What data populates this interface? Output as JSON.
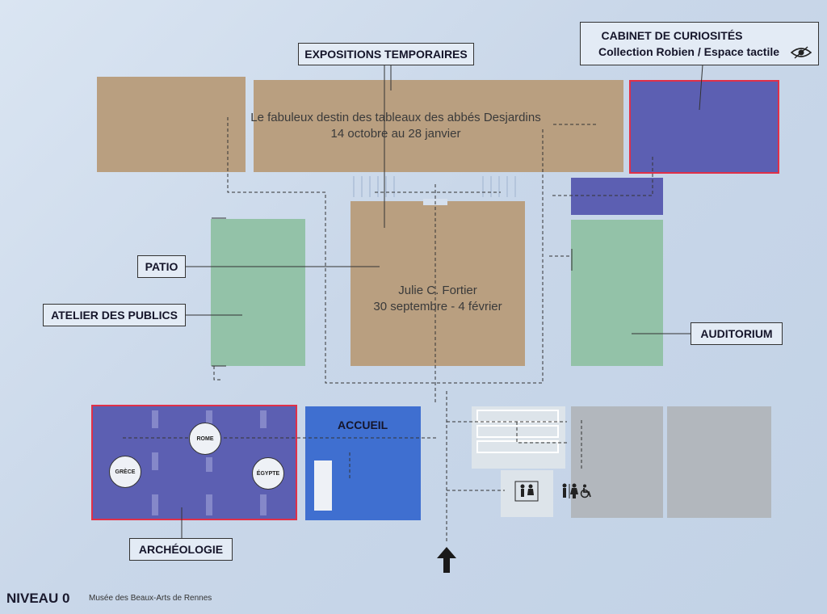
{
  "map": {
    "level": "NIVEAU 0",
    "museum": "Musée des Beaux-Arts de Rennes",
    "labels": {
      "expositions": "EXPOSITIONS TEMPORAIRES",
      "cabinet_title": "CABINET DE CURIOSITÉS",
      "cabinet_subtitle": "Collection Robien / Espace tactile",
      "patio": "PATIO",
      "atelier": "ATELIER DES PUBLICS",
      "auditorium": "AUDITORIUM",
      "archeologie": "ARCHÉOLOGIE",
      "accueil": "ACCUEIL"
    },
    "exhibitions": [
      {
        "title": "Le fabuleux destin des tableaux des abbés Desjardins",
        "dates": "14 octobre au 28 janvier"
      },
      {
        "title": "Julie C. Fortier",
        "dates": "30 septembre - 4 février"
      }
    ],
    "archeology_sections": [
      "ROME",
      "GRÈCE",
      "ÉGYPTE"
    ],
    "icons": [
      "eye-icon",
      "accessible-toilet-icon",
      "toilets-icon",
      "wheelchair-icon",
      "entrance-arrow-icon"
    ],
    "colors": {
      "temporary_exhibitions": "#b99f80",
      "collections": "#5c5fb2",
      "public_spaces": "#93c2a8",
      "reception": "#3f6fd0",
      "services": "#b2b7bd",
      "highlight_frame": "#e03048"
    }
  }
}
